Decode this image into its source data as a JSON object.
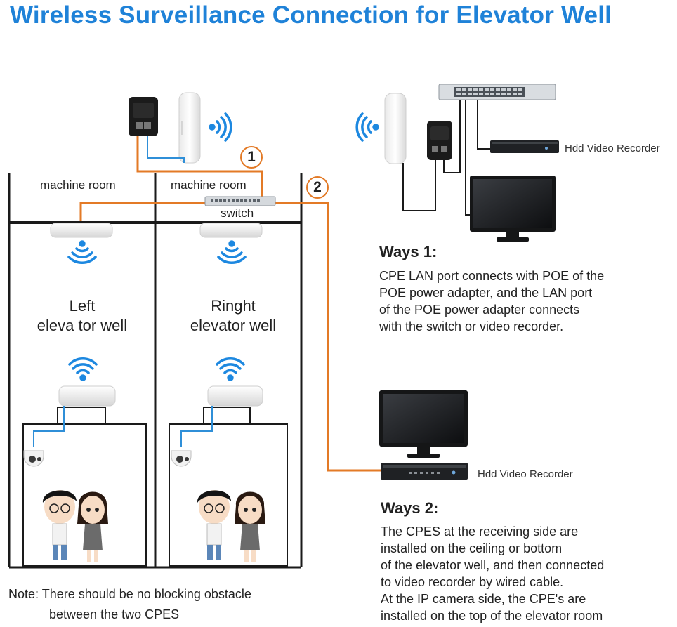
{
  "title": "Wireless Surveillance Connection for Elevator Well",
  "machine_rooms": [
    "machine room",
    "machine room"
  ],
  "switch_label": "switch",
  "wells": {
    "left": {
      "line1": "Left",
      "line2": "eleva tor well"
    },
    "right": {
      "line1": "Ringht",
      "line2": "elevator well"
    }
  },
  "markers": {
    "one": "1",
    "two": "2"
  },
  "ways1": {
    "heading": "Ways 1:",
    "lines": [
      "CPE LAN port connects with POE of the",
      "POE power adapter, and the LAN port",
      "of the POE power adapter connects",
      "with the switch or video recorder."
    ],
    "recorder_label": "Hdd Video Recorder"
  },
  "ways2": {
    "heading": "Ways 2:",
    "lines": [
      "The CPES at the receiving side are",
      "installed on the ceiling or bottom",
      "of the elevator well, and then connected",
      "to video recorder by wired cable.",
      "At the IP camera side, the CPE's are",
      "installed on the top of the elevator room"
    ],
    "recorder_label": "Hdd Video Recorder"
  },
  "note": {
    "line1": "Note: There should be no blocking obstacle",
    "line2": "between the two CPES"
  },
  "colors": {
    "title": "#1f82d8",
    "cable_orange": "#e37a26",
    "cable_blue": "#2f8fd8",
    "wifi_blue": "#1d88e0"
  }
}
